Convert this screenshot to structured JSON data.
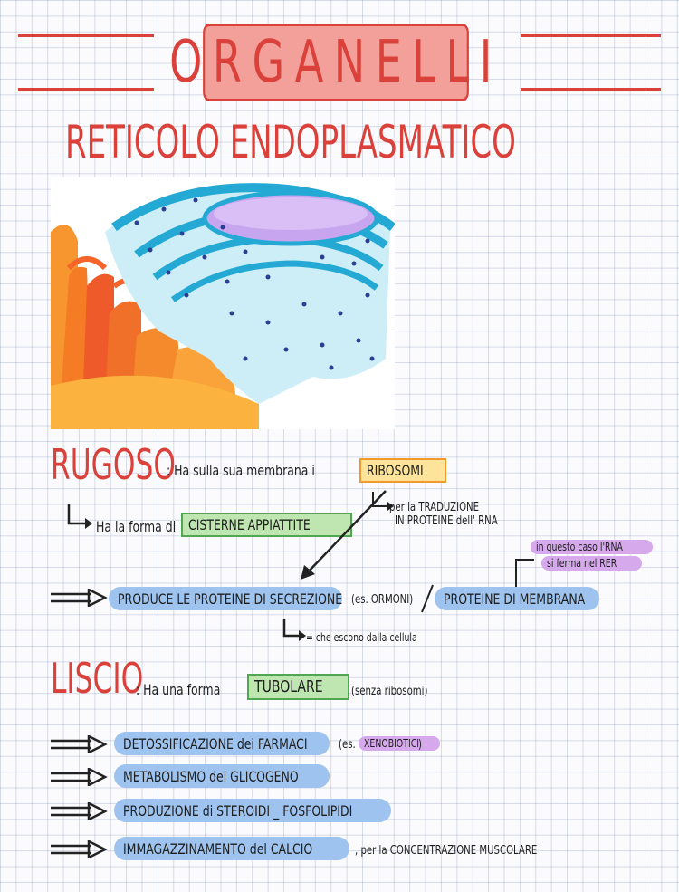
{
  "header": {
    "title": "ORGANELLI",
    "subtitle": "RETICOLO ENDOPLASMATICO"
  },
  "illustration": {
    "icon": "endoplasmic-reticulum-illustration"
  },
  "rugoso": {
    "heading": "RUGOSO",
    "line1_prefix": ": Ha sulla sua membrana i",
    "ribosomi": "RIBOSOMI",
    "traduzione_note_1": "per la TRADUZIONE",
    "traduzione_note_2": "IN PROTEINE dell' RNA",
    "forma_prefix": "Ha la forma di",
    "cisterne": "CISTERNE APPIATTITE",
    "produce": "PRODUCE LE PROTEINE DI SECREZIONE",
    "es_ormoni": "(es. ORMONI)",
    "proteine_membrana": "PROTEINE DI MEMBRANA",
    "rna_note_1": "in questo caso l'RNA",
    "rna_note_2": "si ferma nel RER",
    "escono_note": "= che escono dalla cellula"
  },
  "liscio": {
    "heading": "LISCIO",
    "forma_prefix": ": Ha una forma",
    "tubolare": "TUBOLARE",
    "senza": "(senza ribosomi)",
    "items": [
      {
        "label": "DETOSSIFICAZIONE dei FARMACI",
        "note_prefix": "(es.",
        "note_tag": "XENOBIOTICI",
        "note_suffix": ")"
      },
      {
        "label": "METABOLISMO del GLICOGENO"
      },
      {
        "label": "PRODUZIONE di STEROIDI _ FOSFOLIPIDI"
      },
      {
        "label": "IMMAGAZZINAMENTO del CALCIO",
        "note": ", per la CONCENTRAZIONE MUSCOLARE"
      }
    ]
  },
  "colors": {
    "red": "#d9413a",
    "title_fill": "#f4a09a",
    "blue_pill": "#9dc3ee",
    "green_box": "#bfe6b0",
    "yellow_box": "#fde49a",
    "purple_tag": "#d6a8ec"
  }
}
